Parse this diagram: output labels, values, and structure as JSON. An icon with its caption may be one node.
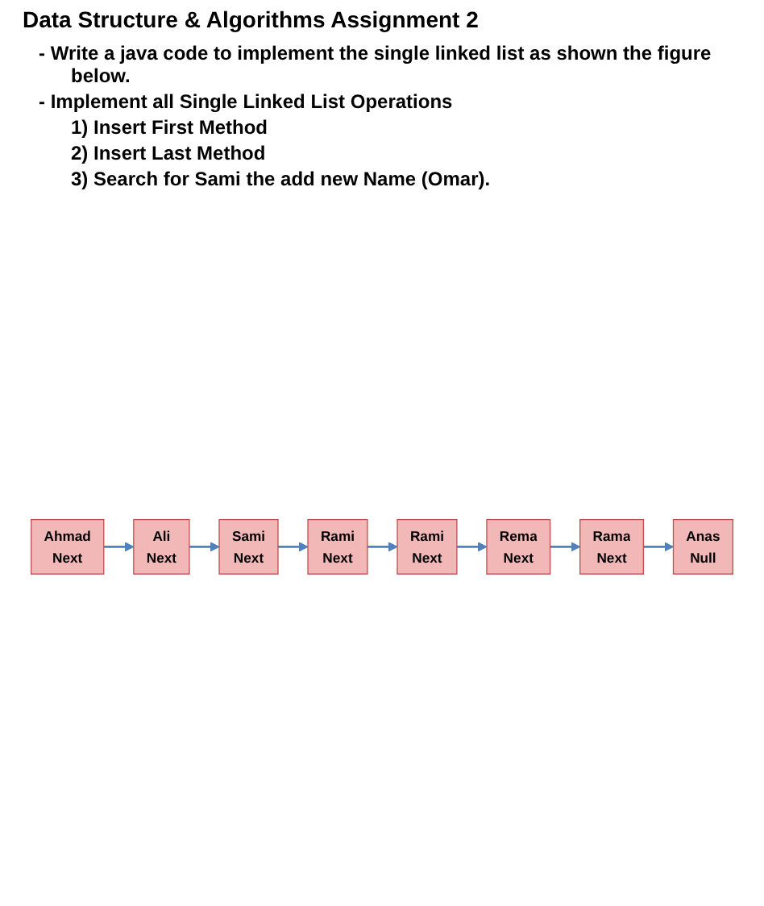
{
  "diagram": {
    "title": "Data Structure & Algorithms Assignment 2",
    "nodes": [
      {
        "text": [
          "Ahmad",
          "Next"
        ]
      },
      {
        "text": [
          "Ali",
          "Next"
        ]
      },
      {
        "text": [
          "Rema",
          "Next"
        ]
      },
      {
        "text": [
          "Rami",
          "Next"
        ]
      },
      {
        "text": [
          "Sami",
          "Next"
        ]
      },
      {
        "text": [
          "Rama",
          "Next"
        ]
      },
      {
        "text": [
          "Anas",
          "Null"
        ]
      },
      {
        "text": [
          "Rami",
          "Next"
        ]
      }
    ],
    "edges": [
      {
        "from": 0,
        "to": 1,
        "arrow": "to"
      },
      {
        "from": 1,
        "to": 4,
        "arrow": "to"
      },
      {
        "from": 4,
        "to": 3,
        "arrow": "to"
      },
      {
        "from": 3,
        "to": 7,
        "arrow": "to"
      },
      {
        "from": 7,
        "to": 2,
        "arrow": "to"
      },
      {
        "from": 2,
        "to": 5,
        "arrow": "to"
      },
      {
        "from": 5,
        "to": 6,
        "arrow": "to"
      }
    ],
    "labels": [
      "- Write a java code to implement the single linked list as shown the figure below.",
      "- Implement all Single Linked List Operations",
      "1) Insert First Method",
      "2) Insert Last Method",
      "3) Search for Sami the add new Name (Omar)."
    ]
  }
}
